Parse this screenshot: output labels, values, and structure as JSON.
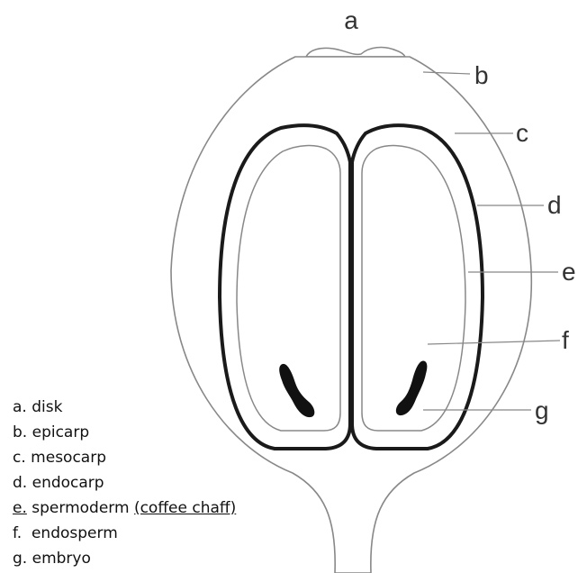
{
  "callouts": [
    "a",
    "b",
    "c",
    "d",
    "e",
    "f",
    "g"
  ],
  "legend": [
    {
      "letter": "a.",
      "name": "disk"
    },
    {
      "letter": "b.",
      "name": "epicarp"
    },
    {
      "letter": "c.",
      "name": "mesocarp"
    },
    {
      "letter": "d.",
      "name": "endocarp"
    },
    {
      "letter": "e.",
      "name": "spermoderm",
      "note": "(coffee chaff)"
    },
    {
      "letter": "f.",
      "name": "endosperm"
    },
    {
      "letter": "g.",
      "name": "embryo"
    }
  ],
  "colors": {
    "outline": "#888888",
    "endocarp": "#1a1a1a",
    "embryo": "#111111",
    "text": "#333333"
  }
}
